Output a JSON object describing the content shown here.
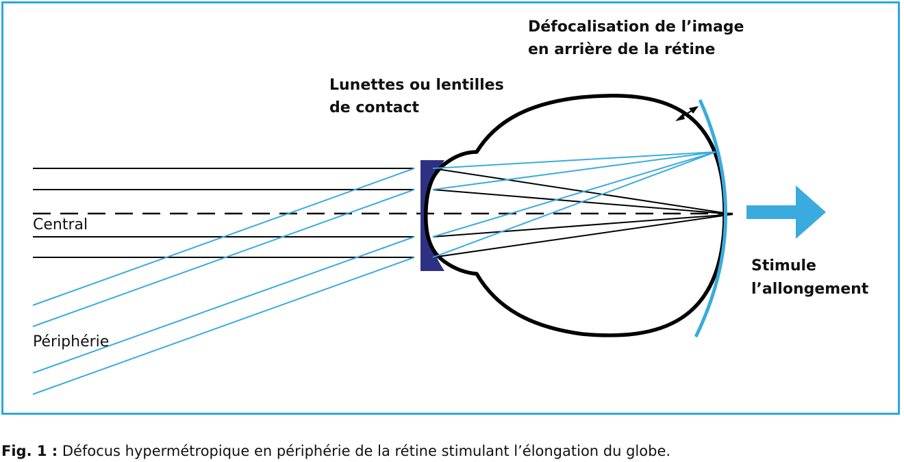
{
  "labels": {
    "defocus_line1": "Défocalisation de l’image",
    "defocus_line2": "en arrière de la rétine",
    "lenses_line1": "Lunettes ou lentilles",
    "lenses_line2": "de contact",
    "central": "Central",
    "peripherie": "Périphérie",
    "stimule_line1": "Stimule",
    "stimule_line2": "l’allongement"
  },
  "caption": {
    "prefix": "Fig. 1 :",
    "text": " Défocus hypermétropique en périphérie de la rétine stimulant l’élongation du globe."
  },
  "colors": {
    "frame": "#2ba7dd",
    "peripheral_rays": "#3aabde",
    "central_rays": "#000000",
    "lens": "#2e3083",
    "eye_outline": "#000000",
    "arrow": "#3aabde"
  }
}
